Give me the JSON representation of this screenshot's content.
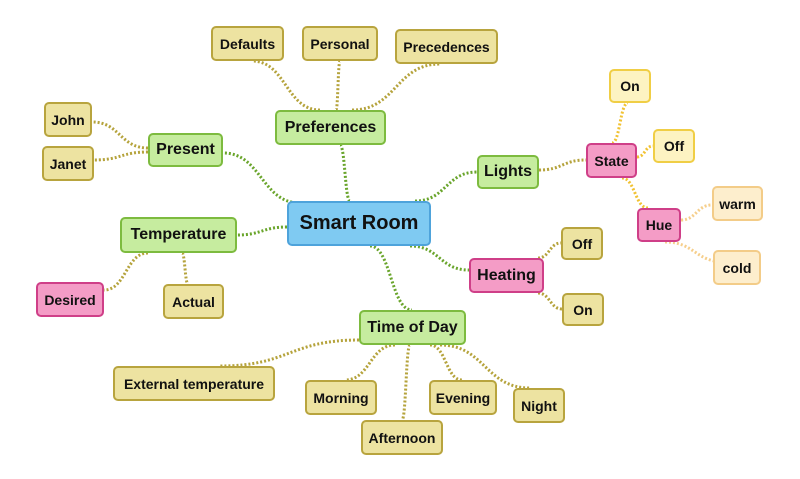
{
  "colors": {
    "root": "#7fcaf2",
    "branch": "#c6ec9f",
    "leaf": "#ede3a1",
    "highlight": "#f49cc6",
    "light_leaf": "#fdf3c2",
    "peach_leaf": "#fdeecd",
    "link_green": "#6aa52c",
    "link_olive": "#b5a33c",
    "link_gold": "#f1c232",
    "link_peach": "#f6cf8c"
  },
  "mindmap": {
    "root": "Smart Room",
    "preferences": {
      "label": "Preferences",
      "children": [
        "Defaults",
        "Personal",
        "Precedences"
      ]
    },
    "present": {
      "label": "Present",
      "children": [
        "John",
        "Janet"
      ]
    },
    "temperature": {
      "label": "Temperature",
      "desired": "Desired",
      "actual": "Actual"
    },
    "time_of_day": {
      "label": "Time of Day",
      "children": [
        "External temperature",
        "Morning",
        "Afternoon",
        "Evening",
        "Night"
      ]
    },
    "heating": {
      "label": "Heating",
      "children": [
        "Off",
        "On"
      ]
    },
    "lights": {
      "label": "Lights",
      "state": {
        "label": "State",
        "children": [
          "On",
          "Off"
        ],
        "hue": {
          "label": "Hue",
          "children": [
            "warm",
            "cold"
          ]
        }
      }
    }
  }
}
